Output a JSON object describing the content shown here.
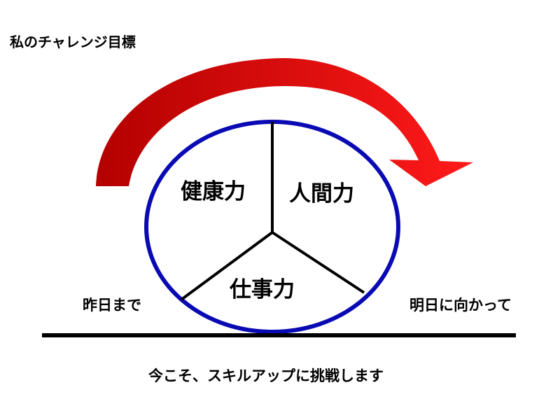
{
  "title": "私のチャレンジ目標",
  "segments": {
    "health": "健康力",
    "human": "人間力",
    "work": "仕事力"
  },
  "left_label": "昨日まで",
  "right_label": "明日に向かって",
  "footer": "今こそ、スキルアップに挑戦します",
  "colors": {
    "arrow_dark": "#b30000",
    "arrow_light": "#ff1a1a",
    "circle": "#0a0ab4",
    "divider": "#000000",
    "ground": "#000000"
  },
  "icons": {
    "arrow": "curved-arrow-icon"
  }
}
